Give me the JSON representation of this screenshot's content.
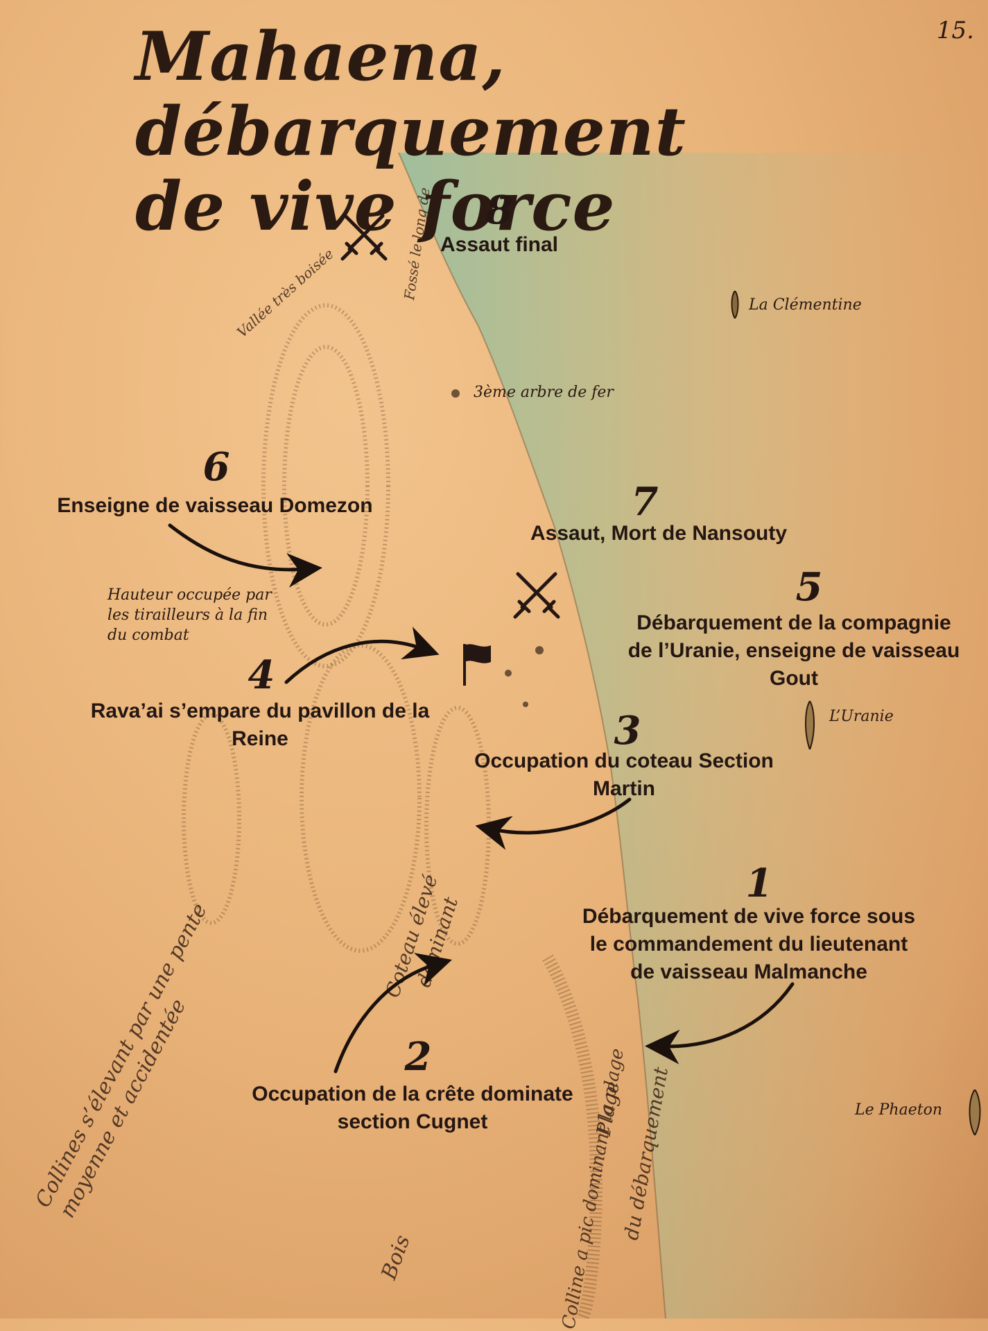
{
  "title": {
    "line1": "Mahaena, débarquement",
    "line2": "de vive force"
  },
  "page_number": "15.",
  "events": [
    {
      "number": "1",
      "caption_lines": [
        "Débarquement de vive force sous",
        "le commandement du lieutenant",
        "de vaisseau Malmanche"
      ]
    },
    {
      "number": "2",
      "caption_lines": [
        "Occupation de la crête dominate",
        "section Cugnet"
      ]
    },
    {
      "number": "3",
      "caption_lines": [
        "Occupation du coteau  Section",
        "Martin"
      ]
    },
    {
      "number": "4",
      "caption_lines": [
        "Rava’ai s’empare du pavillon de la",
        "Reine"
      ]
    },
    {
      "number": "5",
      "caption_lines": [
        "Débarquement de la compagnie",
        "de l’Uranie, enseigne de vaisseau",
        "Gout"
      ]
    },
    {
      "number": "6",
      "caption_lines": [
        "Enseigne de vaisseau Domezon"
      ]
    },
    {
      "number": "7",
      "caption_lines": [
        "Assaut, Mort de Nansouty"
      ]
    },
    {
      "number": "8",
      "caption_lines": [
        "Assaut final"
      ]
    }
  ],
  "ships": [
    "La Clémentine",
    "L’Uranie",
    "Le Phaeton"
  ],
  "map_labels": {
    "tree": "3ème arbre de fer",
    "height_lines": [
      "Hauteur occupée par",
      "les tirailleurs à la fin",
      "du combat"
    ],
    "valley": "Vallée très boisée",
    "fosse": "Fossé le long de",
    "hills_left_1": "Collines s’élevant par une pente",
    "hills_left_2": "moyenne et accidentée",
    "coteau_1": "Coteau élevé",
    "coteau_2": "dominant",
    "colline_1": "Colline a pic dominant la plage",
    "plage_1": "Plage",
    "plage_2": "du débarquement",
    "bois": "Bois"
  },
  "icons": [
    "crossed-swords-icon",
    "flag-icon",
    "arrow-icon",
    "ship-icon"
  ],
  "colors": {
    "parchment": "#e9b47a",
    "sea": "#8fb49a",
    "ink": "#241612"
  }
}
